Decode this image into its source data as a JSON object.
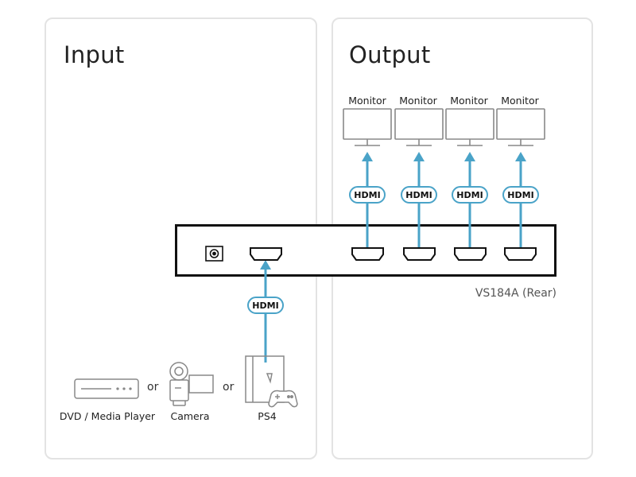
{
  "input_panel": {
    "title": "Input"
  },
  "output_panel": {
    "title": "Output"
  },
  "device": {
    "label": "VS184A (Rear)"
  },
  "monitors": [
    {
      "label": "Monitor"
    },
    {
      "label": "Monitor"
    },
    {
      "label": "Monitor"
    },
    {
      "label": "Monitor"
    }
  ],
  "cable_label": "HDMI",
  "sources": [
    {
      "label": "DVD / Media Player",
      "icon": "dvd-player-icon"
    },
    {
      "label": "Camera",
      "icon": "camera-icon"
    },
    {
      "label": "PS4",
      "icon": "ps4-console-icon"
    }
  ],
  "separator": "or",
  "colors": {
    "cable": "#4aa3c8",
    "device_border": "#111111",
    "panel_border": "#e3e3e3"
  }
}
